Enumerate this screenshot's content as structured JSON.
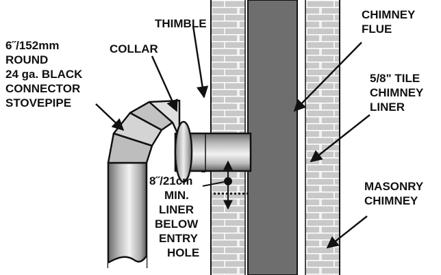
{
  "labels": {
    "thimble": "THIMBLE",
    "collar": "COLLAR",
    "pipe": [
      "6˝/152mm",
      "ROUND",
      "24 ga. BLACK",
      "CONNECTOR",
      "STOVEPIPE"
    ],
    "flue": [
      "CHIMNEY",
      "FLUE"
    ],
    "liner": [
      "5/8\" TILE",
      "CHIMNEY",
      "LINER"
    ],
    "masonry": [
      "MASONRY",
      "CHIMNEY"
    ],
    "min_liner": [
      "8˝/21cm",
      "MIN.",
      "LINER",
      "BELOW",
      "ENTRY",
      "HOLE"
    ]
  },
  "colors": {
    "brick": "#c8c8c8",
    "mortar": "#ffffff",
    "flue": "#6e6e6e",
    "pipe_light": "#f2f2f2",
    "pipe_dark": "#6a6a6a",
    "outline": "#111111"
  }
}
